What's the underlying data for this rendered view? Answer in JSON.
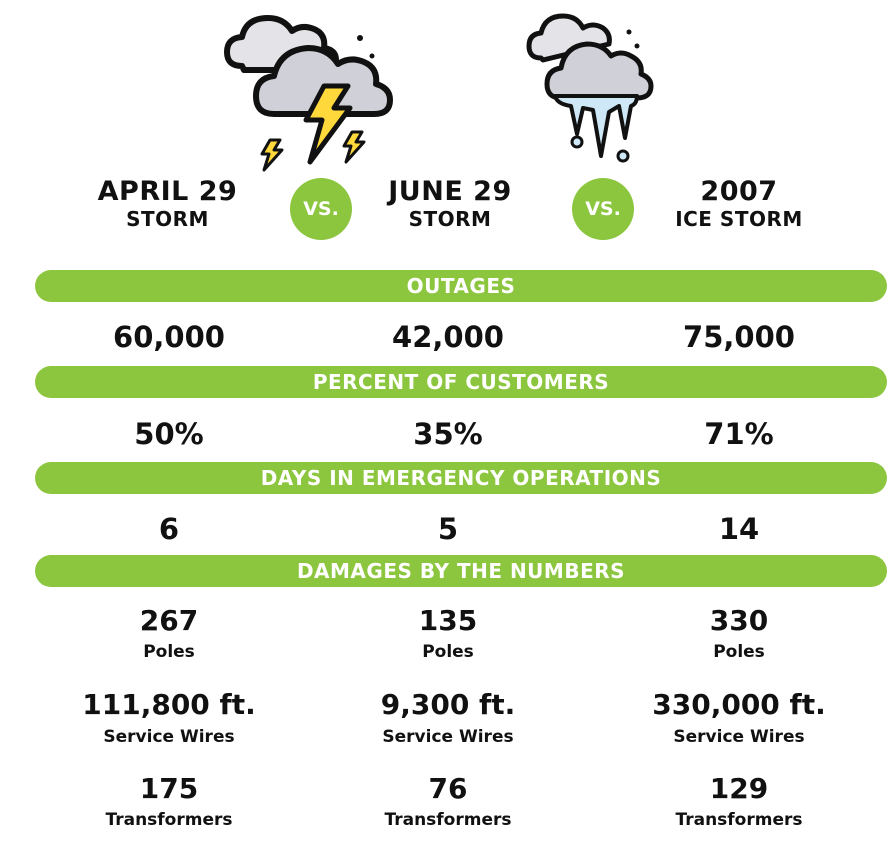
{
  "icons": {
    "storm": "thunderstorm-cloud-icon",
    "ice": "icicle-cloud-icon"
  },
  "colors": {
    "accent_green": "#8cc63f",
    "bolt_yellow": "#ffd93b",
    "cloud_gray": "#d9d9de",
    "ice_blue": "#cfe8f7"
  },
  "header": {
    "col1_line1": "APRIL 29",
    "col1_line2": "STORM",
    "col2_line1": "JUNE 29",
    "col2_line2": "STORM",
    "col3_line1": "2007",
    "col3_line2": "ICE STORM",
    "vs_label": "VS."
  },
  "sections": {
    "outages": {
      "title": "OUTAGES",
      "values": [
        "60,000",
        "42,000",
        "75,000"
      ]
    },
    "percent": {
      "title": "PERCENT OF CUSTOMERS",
      "values": [
        "50%",
        "35%",
        "71%"
      ]
    },
    "days": {
      "title": "DAYS IN EMERGENCY OPERATIONS",
      "values": [
        "6",
        "5",
        "14"
      ]
    },
    "damages": {
      "title": "DAMAGES BY THE NUMBERS"
    }
  },
  "damages": {
    "poles": {
      "label": "Poles",
      "values": [
        "267",
        "135",
        "330"
      ]
    },
    "wires": {
      "label": "Service Wires",
      "values": [
        "111,800 ft.",
        "9,300 ft.",
        "330,000 ft."
      ]
    },
    "transformers": {
      "label": "Transformers",
      "values": [
        "175",
        "76",
        "129"
      ]
    }
  }
}
